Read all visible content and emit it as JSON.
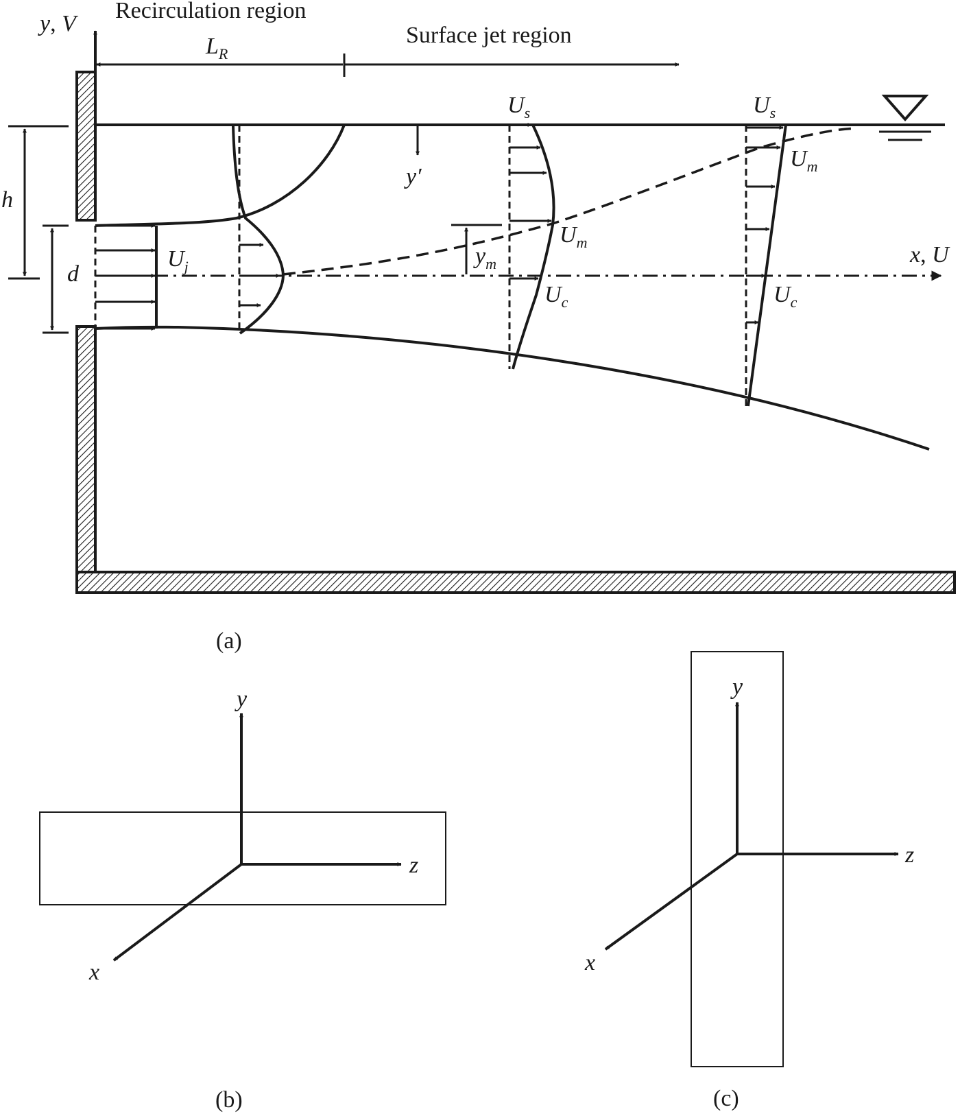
{
  "panel_a": {
    "caption": "(a)",
    "region_recirculation": "Recirculation region",
    "region_surface_jet": "Surface jet region",
    "axis_y_main": "y",
    "axis_y_sep": ", ",
    "axis_y_sub": "V",
    "axis_x_main": "x",
    "axis_x_sep": ", ",
    "axis_x_sub": "U",
    "LR_main": "L",
    "LR_sub": "R",
    "h": "h",
    "d": "d",
    "y_prime": "y′",
    "Uj_main": "U",
    "Uj_sub": "j",
    "ym_main": "y",
    "ym_sub": "m",
    "Us1_main": "U",
    "Us1_sub": "s",
    "Us2_main": "U",
    "Us2_sub": "s",
    "Um1_main": "U",
    "Um1_sub": "m",
    "Um2_main": "U",
    "Um2_sub": "m",
    "Uc1_main": "U",
    "Uc1_sub": "c",
    "Uc2_main": "U",
    "Uc2_sub": "c"
  },
  "panel_b": {
    "caption": "(b)",
    "y": "y",
    "z": "z",
    "x": "x"
  },
  "panel_c": {
    "caption": "(c)",
    "y": "y",
    "z": "z",
    "x": "x"
  }
}
